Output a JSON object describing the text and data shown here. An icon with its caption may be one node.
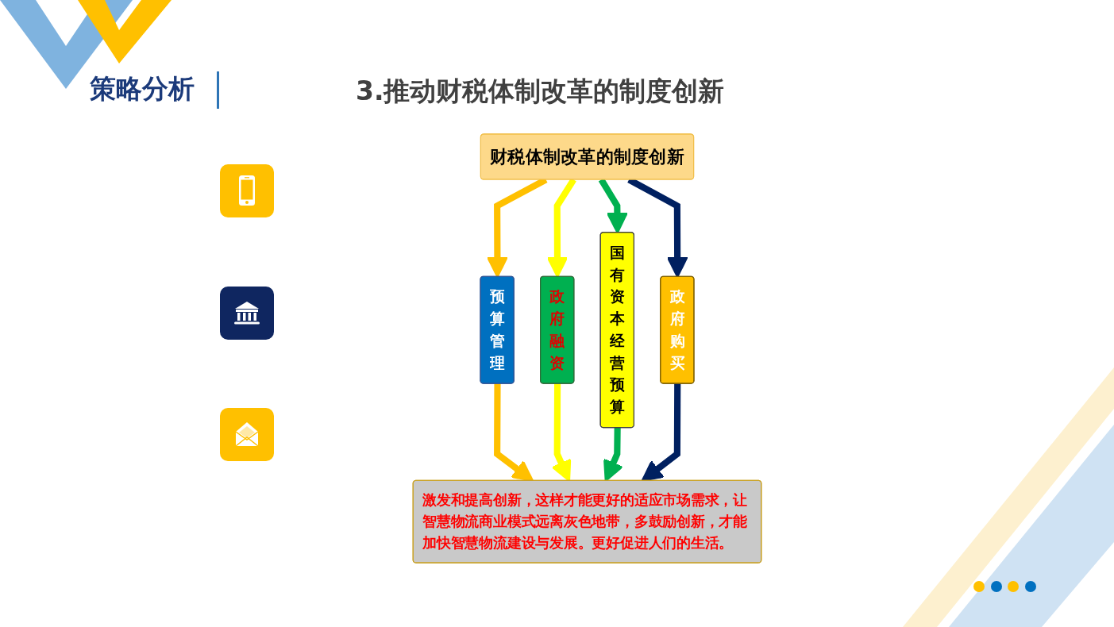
{
  "diagram": {
    "title": "3.推动财税体制改革的制度创新",
    "nodes": [
      {
        "text": [
          "财税体制改革的制度创新"
        ]
      },
      {
        "text": [
          "预算管理"
        ]
      },
      {
        "text": [
          "政府融资"
        ]
      },
      {
        "text": [
          "国有资本经营预算"
        ]
      },
      {
        "text": [
          "政府购买"
        ]
      },
      {
        "text": [
          "激发和提高创新，这样才能更好的适应市场需求，让智慧物流商业模式远离灰色地带，多鼓励创新，才能加快智慧物流建设与发展。更好促进人们的生活。"
        ]
      }
    ],
    "edges": [
      {
        "from": 0,
        "to": 1,
        "arrow": "to",
        "color": "#ffc000"
      },
      {
        "from": 0,
        "to": 2,
        "arrow": "to",
        "color": "#ffff00"
      },
      {
        "from": 0,
        "to": 3,
        "arrow": "to",
        "color": "#00b050"
      },
      {
        "from": 0,
        "to": 4,
        "arrow": "to",
        "color": "#002060"
      },
      {
        "from": 1,
        "to": 5,
        "arrow": "to",
        "color": "#ffc000"
      },
      {
        "from": 2,
        "to": 5,
        "arrow": "to",
        "color": "#ffff00"
      },
      {
        "from": 3,
        "to": 5,
        "arrow": "to",
        "color": "#00b050"
      },
      {
        "from": 4,
        "to": 5,
        "arrow": "to",
        "color": "#002060"
      }
    ],
    "labels": [
      "策略分析"
    ]
  }
}
